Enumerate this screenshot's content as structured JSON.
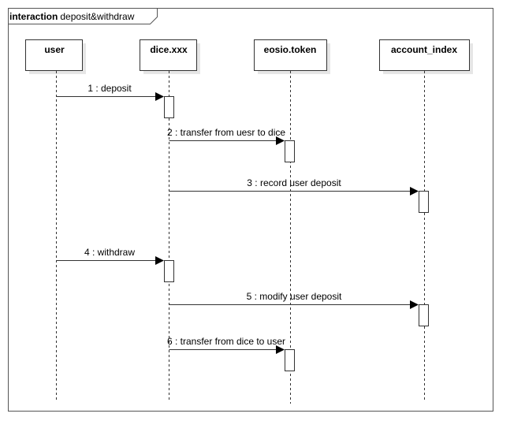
{
  "frame": {
    "keyword": "interaction",
    "name": "deposit&withdraw"
  },
  "lifelines": [
    {
      "id": "user",
      "label": "user"
    },
    {
      "id": "dice",
      "label": "dice.xxx"
    },
    {
      "id": "token",
      "label": "eosio.token"
    },
    {
      "id": "account",
      "label": "account_index"
    }
  ],
  "messages": [
    {
      "label": "1 : deposit",
      "from": "user",
      "to": "dice"
    },
    {
      "label": "2 : transfer from uesr to dice",
      "from": "dice",
      "to": "token"
    },
    {
      "label": "3 : record user deposit",
      "from": "dice",
      "to": "account"
    },
    {
      "label": "4 : withdraw",
      "from": "user",
      "to": "dice"
    },
    {
      "label": "5 : modify user deposit",
      "from": "dice",
      "to": "account"
    },
    {
      "label": "6 : transfer from dice to user",
      "from": "dice",
      "to": "token"
    }
  ]
}
